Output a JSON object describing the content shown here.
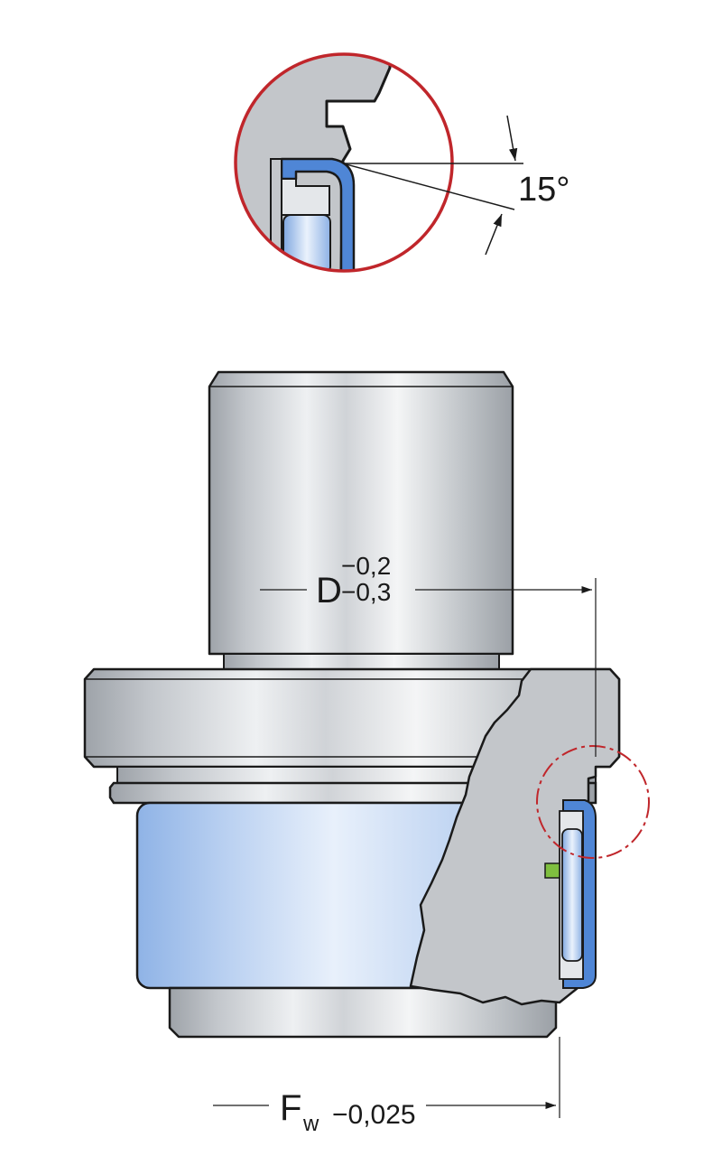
{
  "diagram": {
    "detail_angle": {
      "value": "15°"
    },
    "dim_d": {
      "symbol": "D",
      "upper_tolerance": "−0,2",
      "lower_tolerance": "−0,3"
    },
    "dim_fw": {
      "symbol": "F",
      "subscript": "w",
      "tolerance": "−0,025"
    },
    "colors": {
      "steel": "#c8cbcf",
      "section": "#c3c6ca",
      "seal_blue": "#4f86d6",
      "needle_blue": "#a8c6ee",
      "detail_circle": "#c0262b",
      "outline": "#1a1a1a",
      "seal_green": "#7fbf3f"
    }
  }
}
